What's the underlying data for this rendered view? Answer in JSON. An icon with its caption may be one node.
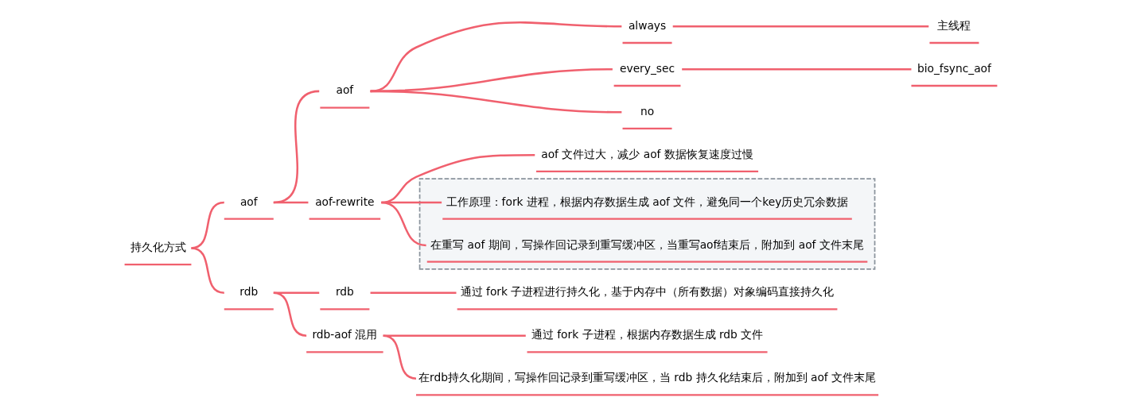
{
  "diagram": {
    "nodes": [
      {
        "text": [
          "持久化方式"
        ]
      },
      {
        "text": [
          "aof"
        ]
      },
      {
        "text": [
          "aof"
        ]
      },
      {
        "text": [
          "always"
        ]
      },
      {
        "text": [
          "主线程"
        ]
      },
      {
        "text": [
          "every_sec"
        ]
      },
      {
        "text": [
          "bio_fsync_aof"
        ]
      },
      {
        "text": [
          "no"
        ]
      },
      {
        "text": [
          "aof-rewrite"
        ]
      },
      {
        "text": [
          "aof 文件过大，减少 aof 数据恢复速度过慢"
        ]
      },
      {
        "text": [],
        "shape": "box"
      },
      {
        "text": [
          "工作原理：fork 进程，根据内存数据生成 aof 文件，避免同一个key历史冗余数据"
        ],
        "in": 10
      },
      {
        "text": [
          "在重写 aof 期间，写操作回记录到重写缓冲区，当重写aof结束后，附加到 aof 文件末尾"
        ],
        "in": 10
      },
      {
        "text": [
          "rdb"
        ]
      },
      {
        "text": [
          "rdb"
        ]
      },
      {
        "text": [
          "通过 fork 子进程进行持久化，基于内存中（所有数据）对象编码直接持久化"
        ]
      },
      {
        "text": [
          "rdb-aof 混用"
        ]
      },
      {
        "text": [
          "通过 fork 子进程，根据内存数据生成 rdb 文件"
        ]
      },
      {
        "text": [
          "在rdb持久化期间，写操作回记录到重写缓冲区，当 rdb 持久化结束后，附加到 aof 文件末尾"
        ]
      }
    ],
    "edges": [
      {
        "from": 0,
        "to": 1,
        "arrow": "none"
      },
      {
        "from": 1,
        "to": 2,
        "arrow": "none"
      },
      {
        "from": 2,
        "to": 3,
        "arrow": "none"
      },
      {
        "from": 3,
        "to": 4,
        "arrow": "none"
      },
      {
        "from": 2,
        "to": 5,
        "arrow": "none"
      },
      {
        "from": 5,
        "to": 6,
        "arrow": "none"
      },
      {
        "from": 2,
        "to": 7,
        "arrow": "none"
      },
      {
        "from": 1,
        "to": 8,
        "arrow": "none"
      },
      {
        "from": 8,
        "to": 9,
        "arrow": "none"
      },
      {
        "from": 8,
        "to": 11,
        "arrow": "none"
      },
      {
        "from": 8,
        "to": 12,
        "arrow": "none"
      },
      {
        "from": 0,
        "to": 13,
        "arrow": "none"
      },
      {
        "from": 13,
        "to": 14,
        "arrow": "none"
      },
      {
        "from": 14,
        "to": 15,
        "arrow": "none"
      },
      {
        "from": 13,
        "to": 16,
        "arrow": "none"
      },
      {
        "from": 16,
        "to": 17,
        "arrow": "none"
      },
      {
        "from": 16,
        "to": 18,
        "arrow": "none"
      }
    ]
  }
}
